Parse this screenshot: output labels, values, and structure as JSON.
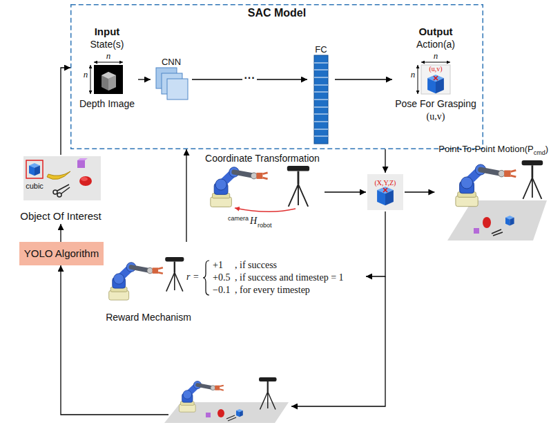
{
  "diagram": {
    "nodes": [
      {
        "text": [
          "SAC Model"
        ]
      },
      {
        "text": [
          "Input",
          "State(s)",
          "Depth Image"
        ],
        "in": 0
      },
      {
        "text": [
          "CNN"
        ],
        "in": 0
      },
      {
        "text": [
          "FC"
        ],
        "in": 0
      },
      {
        "text": [
          "Output",
          "Action(a)",
          "Pose For Grasping",
          "(u,v)"
        ],
        "in": 0
      },
      {
        "text": [
          "Object Of Interest"
        ]
      },
      {
        "text": [
          "YOLO Algorithm"
        ]
      },
      {
        "text": [
          "Coordinate Transformation"
        ]
      },
      {
        "text": [
          "(X,Y,Z)"
        ]
      },
      {
        "text": [
          "Point-To-Point Motion(P",
          "cmd",
          ")"
        ]
      },
      {
        "text": [
          "Reward Mechanism"
        ]
      }
    ],
    "edges": [
      {
        "from": 5,
        "to": 0,
        "arrow": "to"
      },
      {
        "from": 6,
        "to": 5,
        "arrow": "to"
      },
      {
        "from": 1,
        "to": 2,
        "arrow": "to"
      },
      {
        "from": 2,
        "to": 3,
        "label": "···",
        "arrow": "to"
      },
      {
        "from": 3,
        "to": 4,
        "arrow": "to"
      },
      {
        "from": 0,
        "to": 8,
        "arrow": "to"
      },
      {
        "from": 7,
        "to": 8,
        "arrow": "to"
      },
      {
        "from": 8,
        "to": 9,
        "arrow": "to"
      },
      {
        "from": 8,
        "to": 10,
        "arrow": "to"
      },
      {
        "from": 10,
        "to": 0,
        "arrow": "to"
      }
    ],
    "labels": [
      "n",
      "n",
      "n",
      "n",
      "(u,v)",
      "cubic",
      "camera",
      "H",
      "robot",
      "r =",
      "+1",
      ", if success",
      "+0.5",
      ", if success and timestep = 1",
      "−0.1",
      ", for every timestep"
    ]
  }
}
